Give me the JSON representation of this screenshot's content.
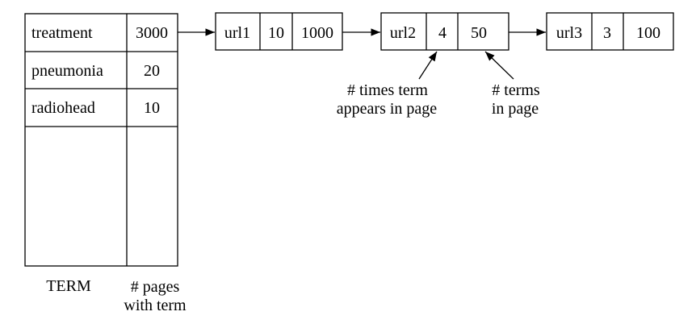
{
  "term_table": {
    "rows": [
      {
        "term": "treatment",
        "pages": "3000"
      },
      {
        "term": "pneumonia",
        "pages": "20"
      },
      {
        "term": "radiohead",
        "pages": "10"
      }
    ],
    "caption_term": "TERM",
    "caption_pages": [
      "# pages",
      "with term"
    ]
  },
  "postings": [
    {
      "url": "url1",
      "count": "10",
      "total": "1000"
    },
    {
      "url": "url2",
      "count": "4",
      "total": "50"
    },
    {
      "url": "url3",
      "count": "3",
      "total": "100"
    }
  ],
  "annotations": {
    "times_term": [
      "# times term",
      "appears in page"
    ],
    "terms_in_page": [
      "# terms",
      "in page"
    ]
  }
}
